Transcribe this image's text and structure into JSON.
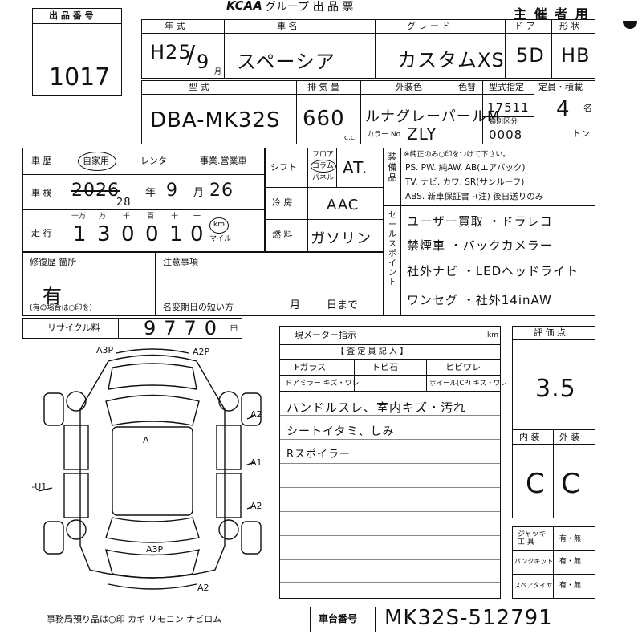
{
  "header": {
    "lot_label": "出 品 番 号",
    "lot_number": "1017",
    "brand": "KCAA",
    "title": "グループ 出 品 票",
    "organizer": "主 催 者 用"
  },
  "row1": {
    "year_label": "年 式",
    "year_value": "H25",
    "month_value": "9",
    "month_unit": "月",
    "name_label": "車 名",
    "name_value": "スペーシア",
    "grade_label": "グ レ ー ド",
    "grade_value": "カスタムXS",
    "door_label": "ド ア",
    "door_value": "5D",
    "shape_label": "形 状",
    "shape_value": "HB"
  },
  "row2": {
    "model_label": "型 式",
    "model_value": "DBA-MK32S",
    "cc_label": "排 気 量",
    "cc_value": "660",
    "cc_unit": "c.c.",
    "exterior_label": "外装色",
    "repaint_label": "色替",
    "color_value": "ルナグレーパールM",
    "color_no_label": "カラー No.",
    "color_no_value": "ZLY",
    "type_spec_label": "型式指定",
    "type_spec_value": "17511",
    "class_no_label": "類別区分",
    "class_no_value": "0008",
    "capacity_label": "定員・積載",
    "capacity_value": "4",
    "capacity_unit": "名",
    "load_unit": "トン"
  },
  "history": {
    "label": "車 歴",
    "opt1": "自家用",
    "opt2": "レンタ",
    "opt3": "事業.営業車"
  },
  "inspection": {
    "label": "車 検",
    "value": "2026",
    "strike": "28",
    "year_unit": "年",
    "month": "9",
    "month_unit": "月",
    "day": "26"
  },
  "mileage": {
    "label": "走 行",
    "digit_labels": [
      "十万",
      "万",
      "千",
      "百",
      "十",
      "一"
    ],
    "digits": [
      "1",
      "3",
      "0",
      "0",
      "1",
      "0"
    ],
    "km_label": "km",
    "mile_label": "マイル"
  },
  "shift": {
    "label": "シフト",
    "opt_floor": "フロア",
    "opt_column": "コラム",
    "opt_panel": "パネル",
    "value": "AT."
  },
  "ac": {
    "label": "冷 房",
    "value": "AAC"
  },
  "fuel": {
    "label": "燃 料",
    "value": "ガソリン"
  },
  "equipment": {
    "label": "装 備 品",
    "note": "※純正のみ○印をつけて下さい。",
    "line1": "PS. PW. 純AW. AB(エアバック)",
    "line2": "TV. ナビ. カワ. SR(サンルーフ)",
    "line3": "ABS. 新車保証書 -(注) 後日送りのみ"
  },
  "sales_points": {
    "label": "セールスポイント",
    "items": [
      "ユーザー買取 ・ドラレコ",
      "禁煙車 ・バックカメラー",
      "社外ナビ ・LEDヘッドライト",
      "ワンセグ ・社外14inAW"
    ]
  },
  "repair": {
    "label": "修復歴 箇所",
    "value": "有",
    "note": "(有の場合は○印を)"
  },
  "notes": {
    "label": "注意事項",
    "deadline_label": "名変期日の短い方",
    "month_unit": "月",
    "day_unit": "日まで"
  },
  "recycle": {
    "label": "リサイクル料",
    "value": "9770",
    "unit": "円"
  },
  "meter": {
    "label": "現メーター指示",
    "unit": "km"
  },
  "inspector": {
    "header": "【 査 定 員 記 入 】",
    "glass_label": "Fガラス",
    "chip": "トビ石",
    "crack": "ヒビワレ",
    "mirror": "ドアミラー キズ・ワレ",
    "wheel": "ホイール(CP) キズ・ワレ",
    "comments": [
      "ハンドルスレ、室内キズ・汚れ",
      "シートイタミ、しみ",
      "Rスポイラー"
    ]
  },
  "evaluation": {
    "label": "評 価 点",
    "score": "3.5",
    "interior_label": "内 装",
    "exterior_label": "外 装",
    "interior_value": "C",
    "exterior_value": "C"
  },
  "tools": {
    "jack_label": "ジャッキ 工 具",
    "jack_value": "有・無",
    "puncture_label": "パンクキット",
    "puncture_value": "有・無",
    "spare_label": "スペアタイヤ",
    "spare_value": "有・無"
  },
  "diagram_marks": [
    "A3P",
    "A2P",
    "A2",
    "A1",
    "A2",
    "A-U1",
    "A",
    "A3P",
    "A2"
  ],
  "footer": {
    "office_note": "事務局預り品は○印 カギ リモコン ナビロム",
    "chassis_label": "車台番号",
    "chassis_value": "MK32S-512791"
  }
}
